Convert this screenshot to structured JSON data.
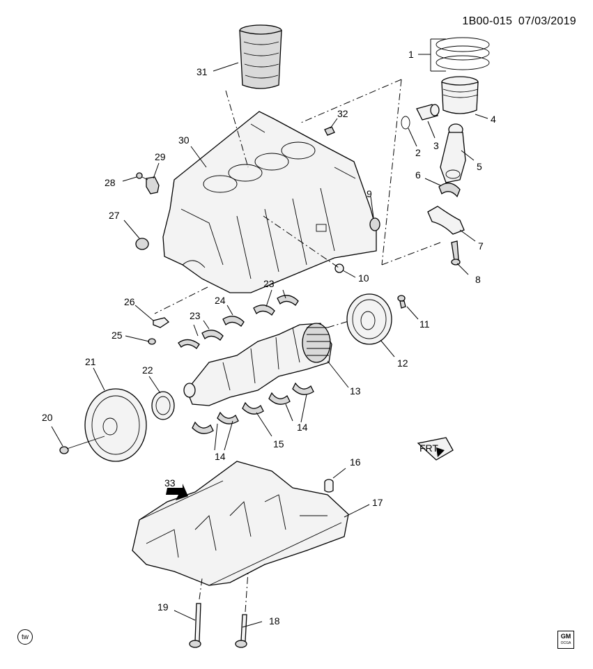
{
  "header": {
    "diagram_id": "1B00-015",
    "date": "07/03/2019"
  },
  "callouts": [
    "1",
    "2",
    "3",
    "4",
    "5",
    "6",
    "7",
    "8",
    "9",
    "10",
    "11",
    "12",
    "13",
    "14",
    "14",
    "15",
    "16",
    "17",
    "18",
    "19",
    "20",
    "21",
    "22",
    "23",
    "23",
    "24",
    "25",
    "26",
    "27",
    "28",
    "29",
    "30",
    "31",
    "32",
    "33"
  ],
  "front_indicator": "FRT",
  "badge": "tw",
  "logo": {
    "mark": "GM",
    "sub": "OCGA"
  },
  "icons": [
    "front-arrow-icon",
    "tw-badge-icon",
    "gm-logo-icon",
    "direction-arrow-icon"
  ]
}
